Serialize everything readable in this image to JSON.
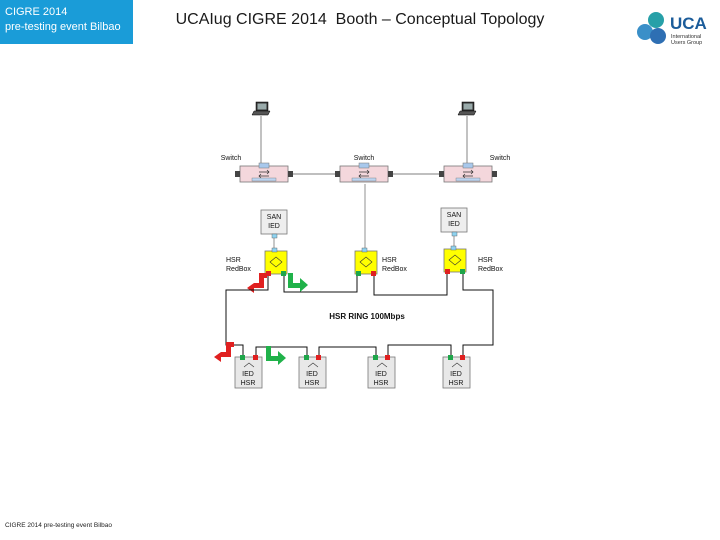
{
  "header": {
    "badge_line1": "CIGRE 2014",
    "badge_line2": "pre-testing event Bilbao",
    "title": "UCAIug CIGRE 2014  Booth – Conceptual Topology"
  },
  "logo": {
    "text": "UCA",
    "subtitle_line1": "International",
    "subtitle_line2": "Users Group"
  },
  "footer": {
    "text": "CIGRE 2014 pre-testing event Bilbao"
  },
  "diagram": {
    "switch_label": "Switch",
    "san_line1": "SAN",
    "san_line2": "IED",
    "redbox_line1": "HSR",
    "redbox_line2": "RedBox",
    "ring_label": "HSR RING 100Mbps",
    "ied_line1": "IED",
    "ied_line2": "HSR",
    "icons": [
      "laptop-icon",
      "switch-icon",
      "red-arrow-icon",
      "green-arrow-icon"
    ],
    "colors": {
      "badge": "#1a9cd8",
      "redbox": "#ffff00",
      "switch": "#f4d7dc",
      "port_red": "#e02020",
      "port_green": "#1ea64a",
      "port_blue": "#8fd3f0",
      "arrow_red": "#e02020",
      "arrow_green": "#20b24a"
    }
  }
}
